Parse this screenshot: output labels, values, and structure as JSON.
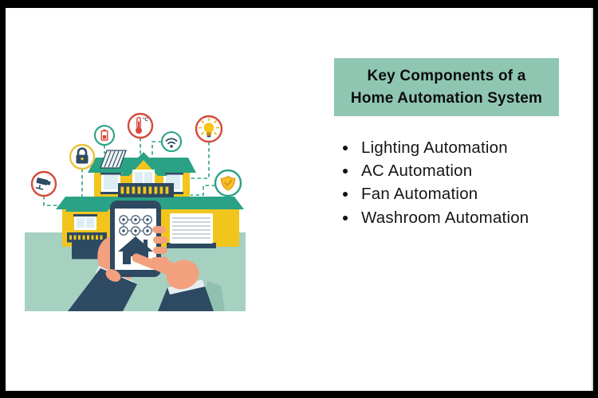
{
  "frame": {
    "border_color": "#000000",
    "card_background": "#ffffff"
  },
  "title_box": {
    "line1": "Key Components of a",
    "line2": "Home Automation System",
    "background": "#8fc6b2",
    "text_color": "#0d0d0d"
  },
  "bullet_list": {
    "text_color": "#161616",
    "items": [
      "Lighting Automation",
      "AC Automation",
      "Fan Automation",
      "Washroom Automation"
    ]
  },
  "illustration": {
    "thermometer_label": "°C",
    "sensor_icons": [
      "security-camera-icon",
      "padlock-icon",
      "battery-icon",
      "thermometer-icon",
      "wifi-icon",
      "light-bulb-icon",
      "shield-check-icon"
    ],
    "phone": {
      "main_screen_icon": "home-icon",
      "app_icon_count": 6
    },
    "colors": {
      "ground": "#a6d0c0",
      "roof": "#2aa285",
      "wall": "#f2c51d",
      "navy": "#2e4a62",
      "skin": "#f2a07e",
      "red_ring": "#d6493b",
      "yellow_ring": "#eac23c",
      "green_ring": "#2aa285",
      "glass": "#dcedf4"
    }
  }
}
